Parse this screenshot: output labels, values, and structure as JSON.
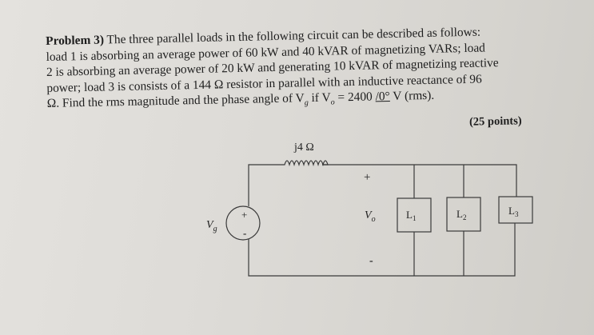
{
  "problem": {
    "label": "Problem 3)",
    "lines": [
      " The three parallel loads in the following circuit can be described as follows:",
      "load 1 is absorbing an average power of 60 kW and 40 kVAR of magnetizing VARs; load",
      "2 is absorbing an average power of 20 kW and generating 10 kVAR of magnetizing reactive",
      "power; load 3 is consists of a 144 Ω resistor in parallel with an inductive reactance of 96"
    ],
    "last_line": {
      "prefix": "Ω. Find the rms magnitude and the phase angle of V",
      "sub_g": "g",
      "mid": " if  V",
      "sub_o": "o",
      "eq": " = 2400 ",
      "phase": "/0°",
      "suffix": " V (rms)."
    },
    "points": "(25 points)"
  },
  "circuit": {
    "inductor_label": "j4 Ω",
    "source_plus": "+",
    "source_minus": "-",
    "vg_label": "V",
    "vg_sub": "g",
    "vo_plus": "+",
    "vo_label": "V",
    "vo_sub": "o",
    "vo_minus": "-",
    "loads": [
      "L",
      "L",
      "L"
    ],
    "load_subs": [
      "1",
      "2",
      "3"
    ]
  }
}
